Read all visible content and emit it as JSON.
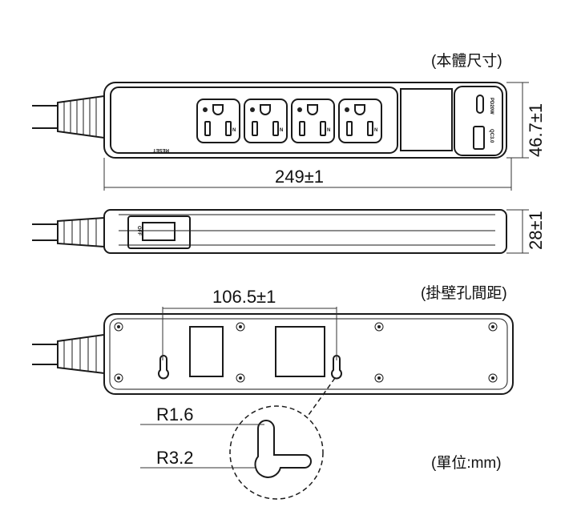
{
  "labels": {
    "body_size": "(本體尺寸)",
    "wall_hole_spacing": "(掛壁孔間距)",
    "unit": "(單位:mm)"
  },
  "dimensions": {
    "length": "249±1",
    "width": "46.7±1",
    "height": "28±1",
    "hole_spacing": "106.5±1",
    "radius_small": "R1.6",
    "radius_large": "R3.2"
  },
  "markings": {
    "usb_c": "PD20W",
    "usb_a": "QC3.0",
    "reset": "RESET",
    "switch_off": "OFF",
    "neutral": "N"
  }
}
